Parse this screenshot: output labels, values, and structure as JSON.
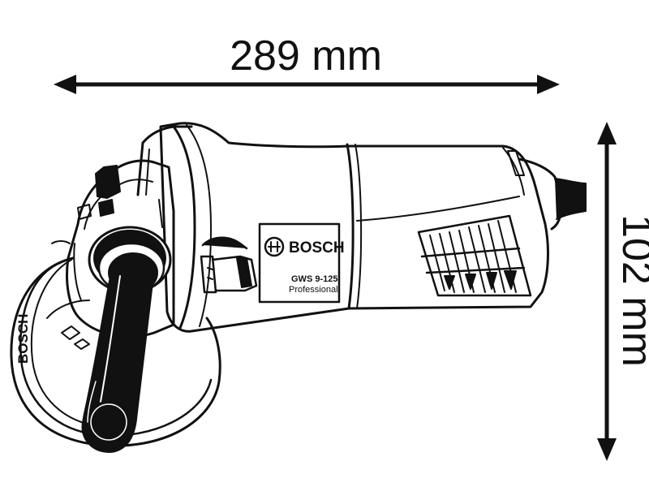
{
  "dimensions": {
    "length_label": "289 mm",
    "height_label": "102 mm"
  },
  "product": {
    "brand": "BOSCH",
    "model": "GWS 9-125",
    "line": "Professional",
    "guard_brand": "BOSCH"
  },
  "colors": {
    "line": "#111111",
    "background": "#ffffff"
  }
}
